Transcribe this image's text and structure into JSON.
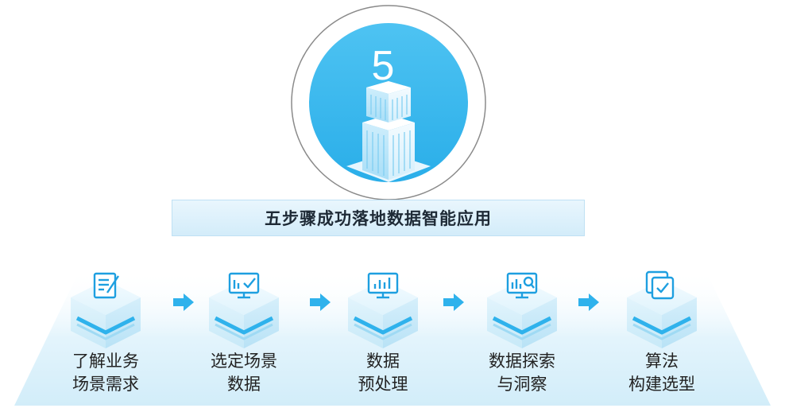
{
  "badge": {
    "number": "5"
  },
  "title": "五步骤成功落地数据智能应用",
  "steps": [
    {
      "line1": "了解业务",
      "line2": "场景需求",
      "icon": "edit-document-icon"
    },
    {
      "line1": "选定场景",
      "line2": "数据",
      "icon": "monitor-chart-check-icon"
    },
    {
      "line1": "数据",
      "line2": "预处理",
      "icon": "monitor-bar-chart-icon"
    },
    {
      "line1": "数据探索",
      "line2": "与洞察",
      "icon": "monitor-analysis-search-icon"
    },
    {
      "line1": "算法",
      "line2": "构建选型",
      "icon": "stacked-check-icon"
    }
  ],
  "colors": {
    "accent": "#3db8ee",
    "accent_dark": "#1e9fe0",
    "light": "#dff3fc"
  }
}
